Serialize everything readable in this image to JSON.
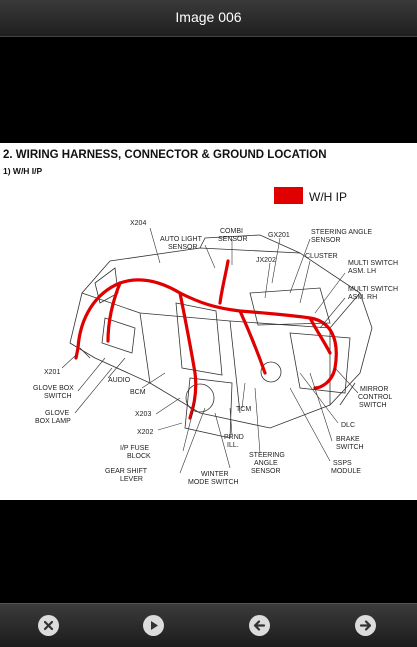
{
  "app": {
    "title": "Image 006"
  },
  "figure": {
    "heading": "2. WIRING HARNESS, CONNECTOR & GROUND LOCATION",
    "subheading": "1) W/H I/P",
    "legend_label": "W/H IP",
    "harness_color": "#e00000",
    "labels": {
      "x204": "X204",
      "auto_light_sensor_1": "AUTO LIGHT",
      "auto_light_sensor_2": "SENSOR",
      "combi_sensor_1": "COMBI",
      "combi_sensor_2": "SENSOR",
      "gx201": "GX201",
      "steering_angle_1": "STEERING ANGLE",
      "steering_angle_2": "SENSOR",
      "jx202": "JX202",
      "cluster": "CLUSTER",
      "multi_lh_1": "MULTI SWITCH",
      "multi_lh_2": "ASM. LH",
      "multi_rh_1": "MULTI SWITCH",
      "multi_rh_2": "ASM. RH",
      "x201": "X201",
      "glove_box_switch_1": "GLOVE BOX",
      "glove_box_switch_2": "SWITCH",
      "audio": "AUDIO",
      "bcm": "BCM",
      "glove_box_lamp_1": "GLOVE",
      "glove_box_lamp_2": "BOX LAMP",
      "x203": "X203",
      "x202": "X202",
      "ip_fuse_1": "I/P FUSE",
      "ip_fuse_2": "BLOCK",
      "gear_shift_1": "GEAR SHIFT",
      "gear_shift_2": "LEVER",
      "tcm": "TCM",
      "prnd_1": "PRND",
      "prnd_2": "ILL.",
      "winter_1": "WINTER",
      "winter_2": "MODE SWITCH",
      "steering_sensor_1": "STEERING",
      "steering_sensor_2": "ANGLE",
      "steering_sensor_3": "SENSOR",
      "ssps_1": "SSPS",
      "ssps_2": "MODULE",
      "dlc": "DLC",
      "brake_1": "BRAKE",
      "brake_2": "SWITCH",
      "mirror_1": "MIRROR",
      "mirror_2": "CONTROL",
      "mirror_3": "SWITCH"
    }
  },
  "toolbar": {
    "close_icon": "close-icon",
    "play_icon": "play-icon",
    "prev_icon": "previous-icon",
    "next_icon": "next-icon"
  }
}
